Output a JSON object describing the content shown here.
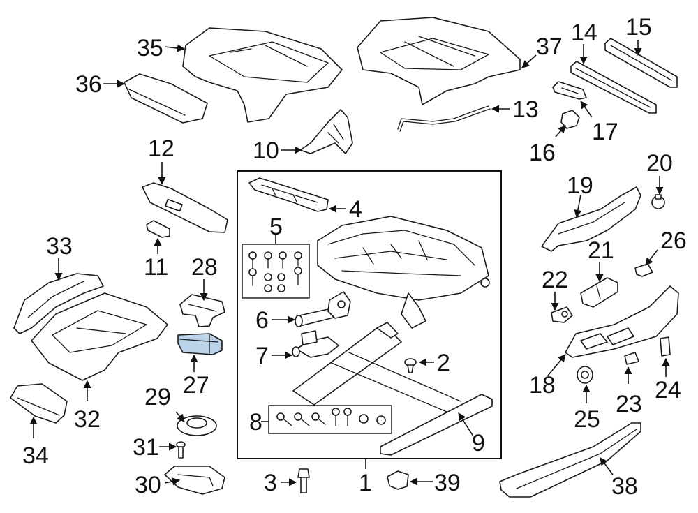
{
  "highlight_color": "#bcd4ea",
  "callouts": {
    "c1": "1",
    "c2": "2",
    "c3": "3",
    "c4": "4",
    "c5": "5",
    "c6": "6",
    "c7": "7",
    "c8": "8",
    "c9": "9",
    "c10": "10",
    "c11": "11",
    "c12": "12",
    "c13": "13",
    "c14": "14",
    "c15": "15",
    "c16": "16",
    "c17": "17",
    "c18": "18",
    "c19": "19",
    "c20": "20",
    "c21": "21",
    "c22": "22",
    "c23": "23",
    "c24": "24",
    "c25": "25",
    "c26": "26",
    "c27": "27",
    "c28": "28",
    "c29": "29",
    "c30": "30",
    "c31": "31",
    "c32": "32",
    "c33": "33",
    "c34": "34",
    "c35": "35",
    "c36": "36",
    "c37": "37",
    "c38": "38",
    "c39": "39"
  }
}
